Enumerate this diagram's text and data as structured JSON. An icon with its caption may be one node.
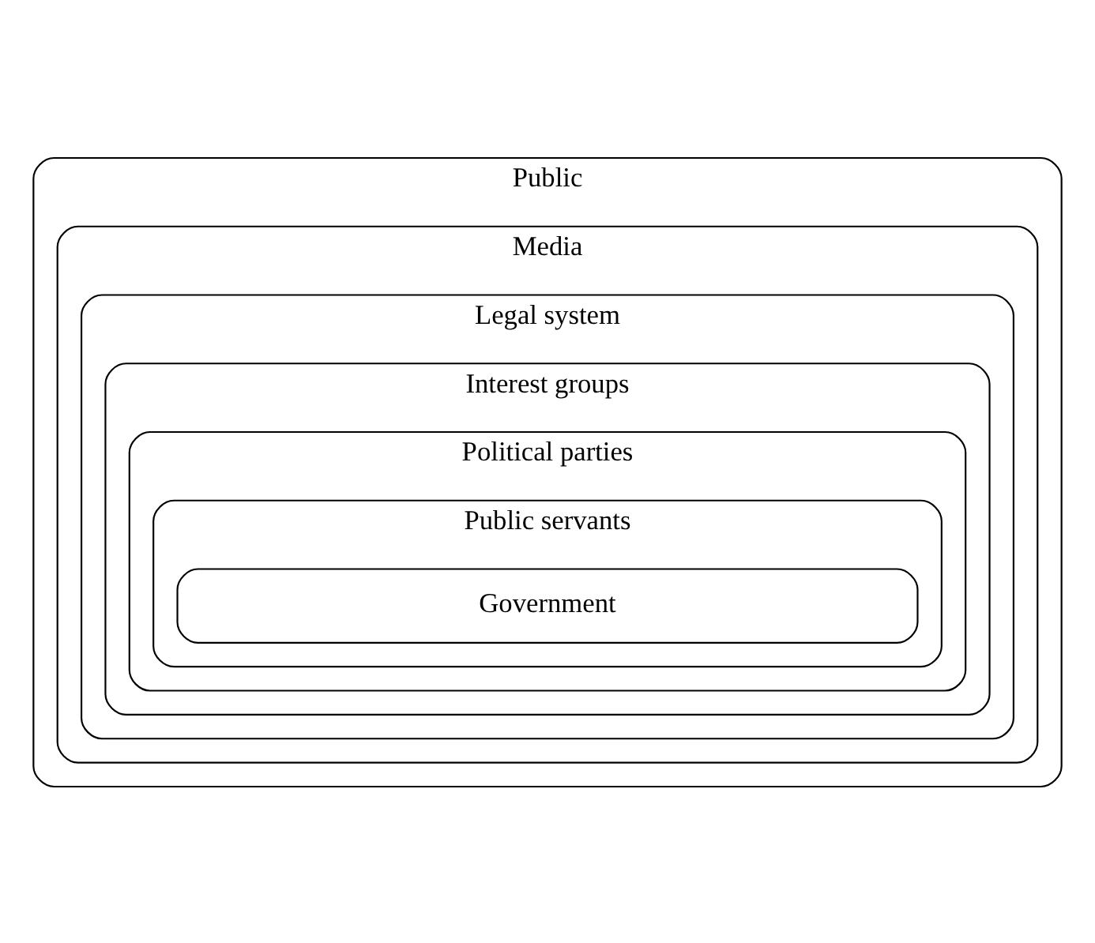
{
  "diagram": {
    "nodes": [
      {
        "text": [
          "Public"
        ]
      },
      {
        "text": [
          "Media"
        ],
        "in": 0
      },
      {
        "text": [
          "Legal system"
        ],
        "in": 1
      },
      {
        "text": [
          "Interest groups"
        ],
        "in": 2
      },
      {
        "text": [
          "Political parties"
        ],
        "in": 3
      },
      {
        "text": [
          "Public servants"
        ],
        "in": 4
      },
      {
        "text": [
          "Government"
        ],
        "in": 5
      }
    ],
    "edges": []
  }
}
